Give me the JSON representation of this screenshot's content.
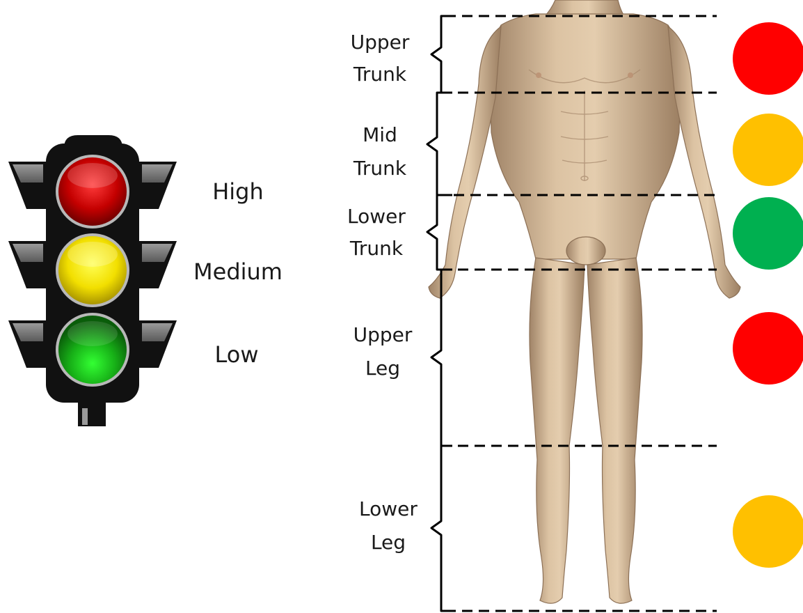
{
  "legend": {
    "levels": [
      {
        "label": "High",
        "color": "#ff0000"
      },
      {
        "label": "Medium",
        "color": "#ffc000"
      },
      {
        "label": "Low",
        "color": "#00b050"
      }
    ]
  },
  "regions": [
    {
      "line1": "Upper",
      "line2": "Trunk",
      "risk": "High",
      "color": "#ff0000"
    },
    {
      "line1": "Mid",
      "line2": "Trunk",
      "risk": "Medium",
      "color": "#ffc000"
    },
    {
      "line1": "Lower",
      "line2": "Trunk",
      "risk": "Low",
      "color": "#00b050"
    },
    {
      "line1": "Upper",
      "line2": "Leg",
      "risk": "High",
      "color": "#ff0000"
    },
    {
      "line1": "Lower",
      "line2": "Leg",
      "risk": "Medium",
      "color": "#ffc000"
    }
  ],
  "icons": {
    "traffic_light": "traffic-light-icon",
    "body": "human-body-figure"
  }
}
